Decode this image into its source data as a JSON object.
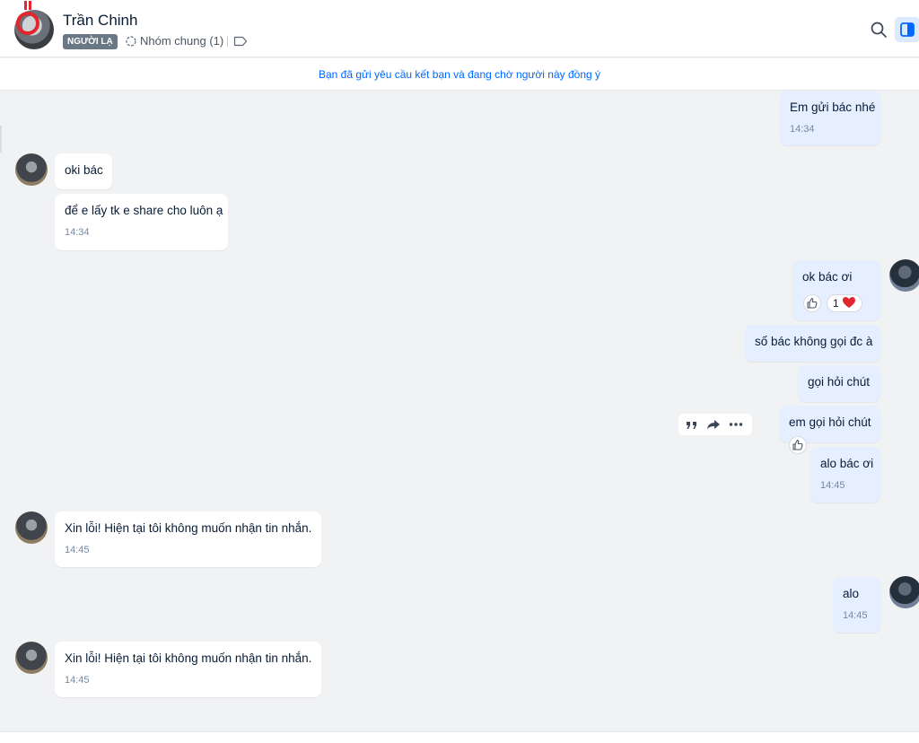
{
  "header": {
    "name": "Trần Chinh",
    "badge": "NGƯỜI LẠ",
    "group": "Nhóm chung (1)"
  },
  "notice": "Bạn đã gửi yêu cầu kết bạn và đang chờ người này đồng ý",
  "icons": {
    "search": "search-icon",
    "panel": "sidebar-toggle-icon",
    "group": "group-icon",
    "tag": "tag-icon",
    "quote": "quote-icon",
    "forward": "forward-icon",
    "more": "more-icon",
    "like": "thumbs-up-icon",
    "heart": "heart-icon"
  },
  "colors": {
    "accent": "#0068ff",
    "out_bubble": "#e5efff",
    "in_bubble": "#ffffff",
    "heart": "#e3262e"
  },
  "messages": [
    {
      "id": "m1",
      "dir": "out",
      "text": "Em gửi bác nhé",
      "time": "14:34"
    },
    {
      "id": "m2",
      "dir": "in",
      "text": "oki bác",
      "time": ""
    },
    {
      "id": "m3",
      "dir": "in",
      "text": "để e lấy tk e share cho luôn ạ",
      "time": "14:34"
    },
    {
      "id": "m4",
      "dir": "out",
      "text": "ok bác ơi",
      "time": "",
      "reaction_count": "1"
    },
    {
      "id": "m5",
      "dir": "out",
      "text": "số bác không gọi đc à",
      "time": ""
    },
    {
      "id": "m6",
      "dir": "out",
      "text": "gọi hỏi chút",
      "time": ""
    },
    {
      "id": "m7",
      "dir": "out",
      "text": "em gọi hỏi chút",
      "time": ""
    },
    {
      "id": "m8",
      "dir": "out",
      "text": "alo bác ơi",
      "time": "14:45"
    },
    {
      "id": "m9",
      "dir": "in",
      "text": "Xin lỗi! Hiện tại tôi không muốn nhận tin nhắn.",
      "time": "14:45"
    },
    {
      "id": "m10",
      "dir": "out",
      "text": "alo",
      "time": "14:45"
    },
    {
      "id": "m11",
      "dir": "in",
      "text": "Xin lỗi! Hiện tại tôi không muốn nhận tin nhắn.",
      "time": "14:45"
    }
  ]
}
